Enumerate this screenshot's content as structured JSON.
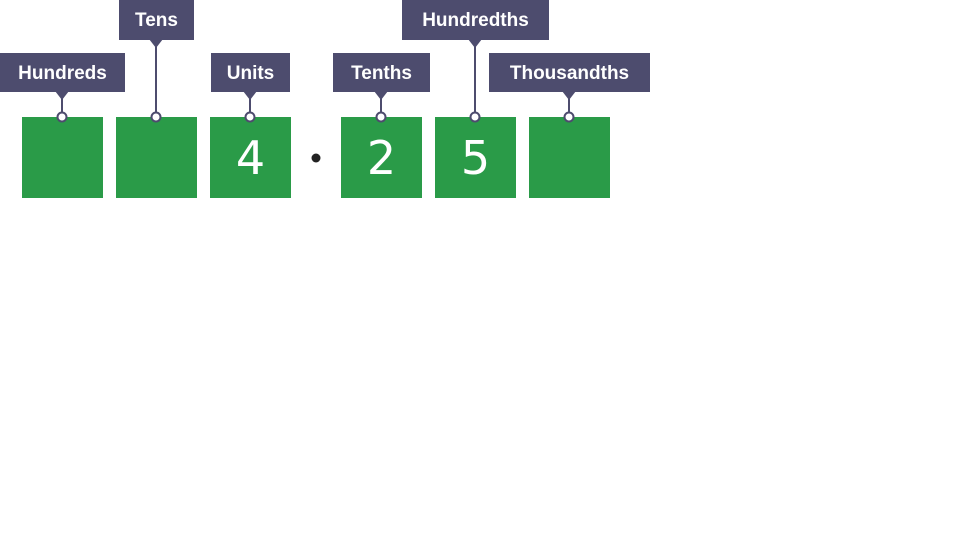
{
  "colors": {
    "box_fill": "#2a9b48",
    "label_fill": "#4d4c6e",
    "connector": "#4d4c6e",
    "decimal_point": "#222222",
    "text": "#ffffff",
    "background": "#ffffff"
  },
  "place_values": [
    {
      "label": "Hundreds",
      "digit": ""
    },
    {
      "label": "Tens",
      "digit": ""
    },
    {
      "label": "Units",
      "digit": "4"
    },
    {
      "label": "Tenths",
      "digit": "2"
    },
    {
      "label": "Hundredths",
      "digit": "5"
    },
    {
      "label": "Thousandths",
      "digit": ""
    }
  ]
}
